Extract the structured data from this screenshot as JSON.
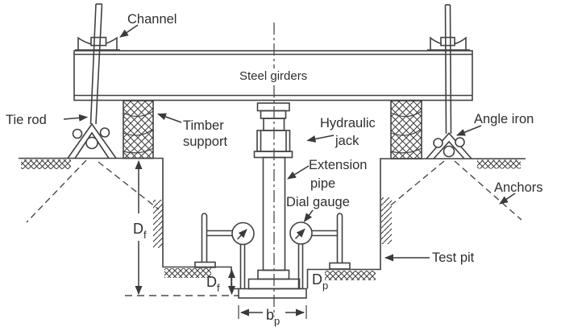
{
  "colors": {
    "background": "#ffffff",
    "line": "#414141",
    "text": "#2f2f2f"
  },
  "labels": {
    "channel": "Channel",
    "steel_girders": "Steel girders",
    "tie_rod": "Tie rod",
    "timber_support_line1": "Timber",
    "timber_support_line2": "support",
    "hydraulic_jack_line1": "Hydraulic",
    "hydraulic_jack_line2": "jack",
    "angle_iron": "Angle iron",
    "extension_pipe_line1": "Extension",
    "extension_pipe_line2": "pipe",
    "dial_gauge": "Dial gauge",
    "anchors": "Anchors",
    "test_pit": "Test pit"
  },
  "dimensions": {
    "footing_depth": {
      "base": "D",
      "sub": "f"
    },
    "plate_seat_depth": {
      "base": "D",
      "sub": "f"
    },
    "plate_depth": {
      "base": "D",
      "sub": "p"
    },
    "plate_width": {
      "base": "b",
      "sub": "p"
    }
  }
}
